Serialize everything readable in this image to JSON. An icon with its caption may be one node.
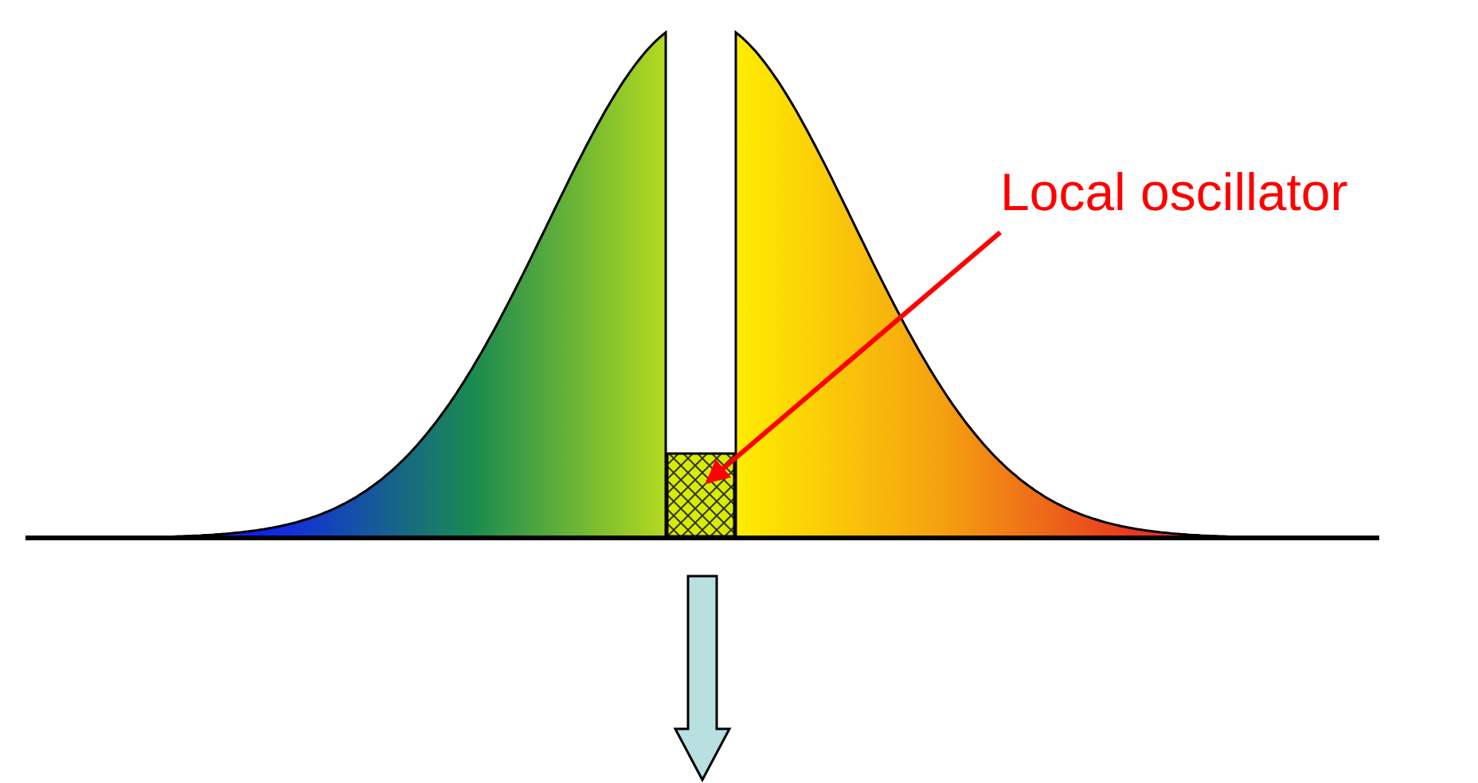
{
  "diagram": {
    "nodes": [
      {
        "text": [
          "Local oscillator"
        ]
      },
      {
        "text": [],
        "shape": "box"
      }
    ],
    "edges": [
      {
        "from": 0,
        "to": 1,
        "arrow": "to",
        "color": "#ff0000"
      }
    ]
  }
}
